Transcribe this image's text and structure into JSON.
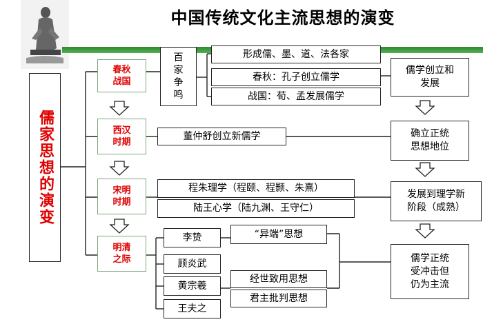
{
  "title": "中国传统文化主流思想的演变",
  "left_title": "儒家思想的演变",
  "periods": {
    "chunqiu": "春秋\n战国",
    "xihan": "西汉\n时期",
    "songming": "宋明\n时期",
    "mingqing": "明清\n之际"
  },
  "baijia": "百\n家\n争\n鸣",
  "nodes": {
    "xingcheng": "形成儒、墨、道、法各家",
    "chunqiu_kongzi": "春秋：孔子创立儒学",
    "zhanguo_xunmeng": "战国：荀、孟发展儒学",
    "dongzhongshu": "董仲舒创立新儒学",
    "chengzhu": "程朱理学（程颐、程颢、朱熹）",
    "luwang": "陆王心学（陆九渊、王守仁）",
    "lizhi": "李贽",
    "yiduan": "“异端”思想",
    "guyanwu": "顾炎武",
    "huangzongxi": "黄宗羲",
    "wangfuzhi": "王夫之",
    "jingshi": "经世致用思想",
    "junzhu": "君主批判思想"
  },
  "summary": {
    "s1": "儒学创立和\n发展",
    "s2": "确立正统\n思想地位",
    "s3": "发展到理学新\n阶段（成熟）",
    "s4": "儒学正统\n受冲击但\n仍为主流"
  }
}
